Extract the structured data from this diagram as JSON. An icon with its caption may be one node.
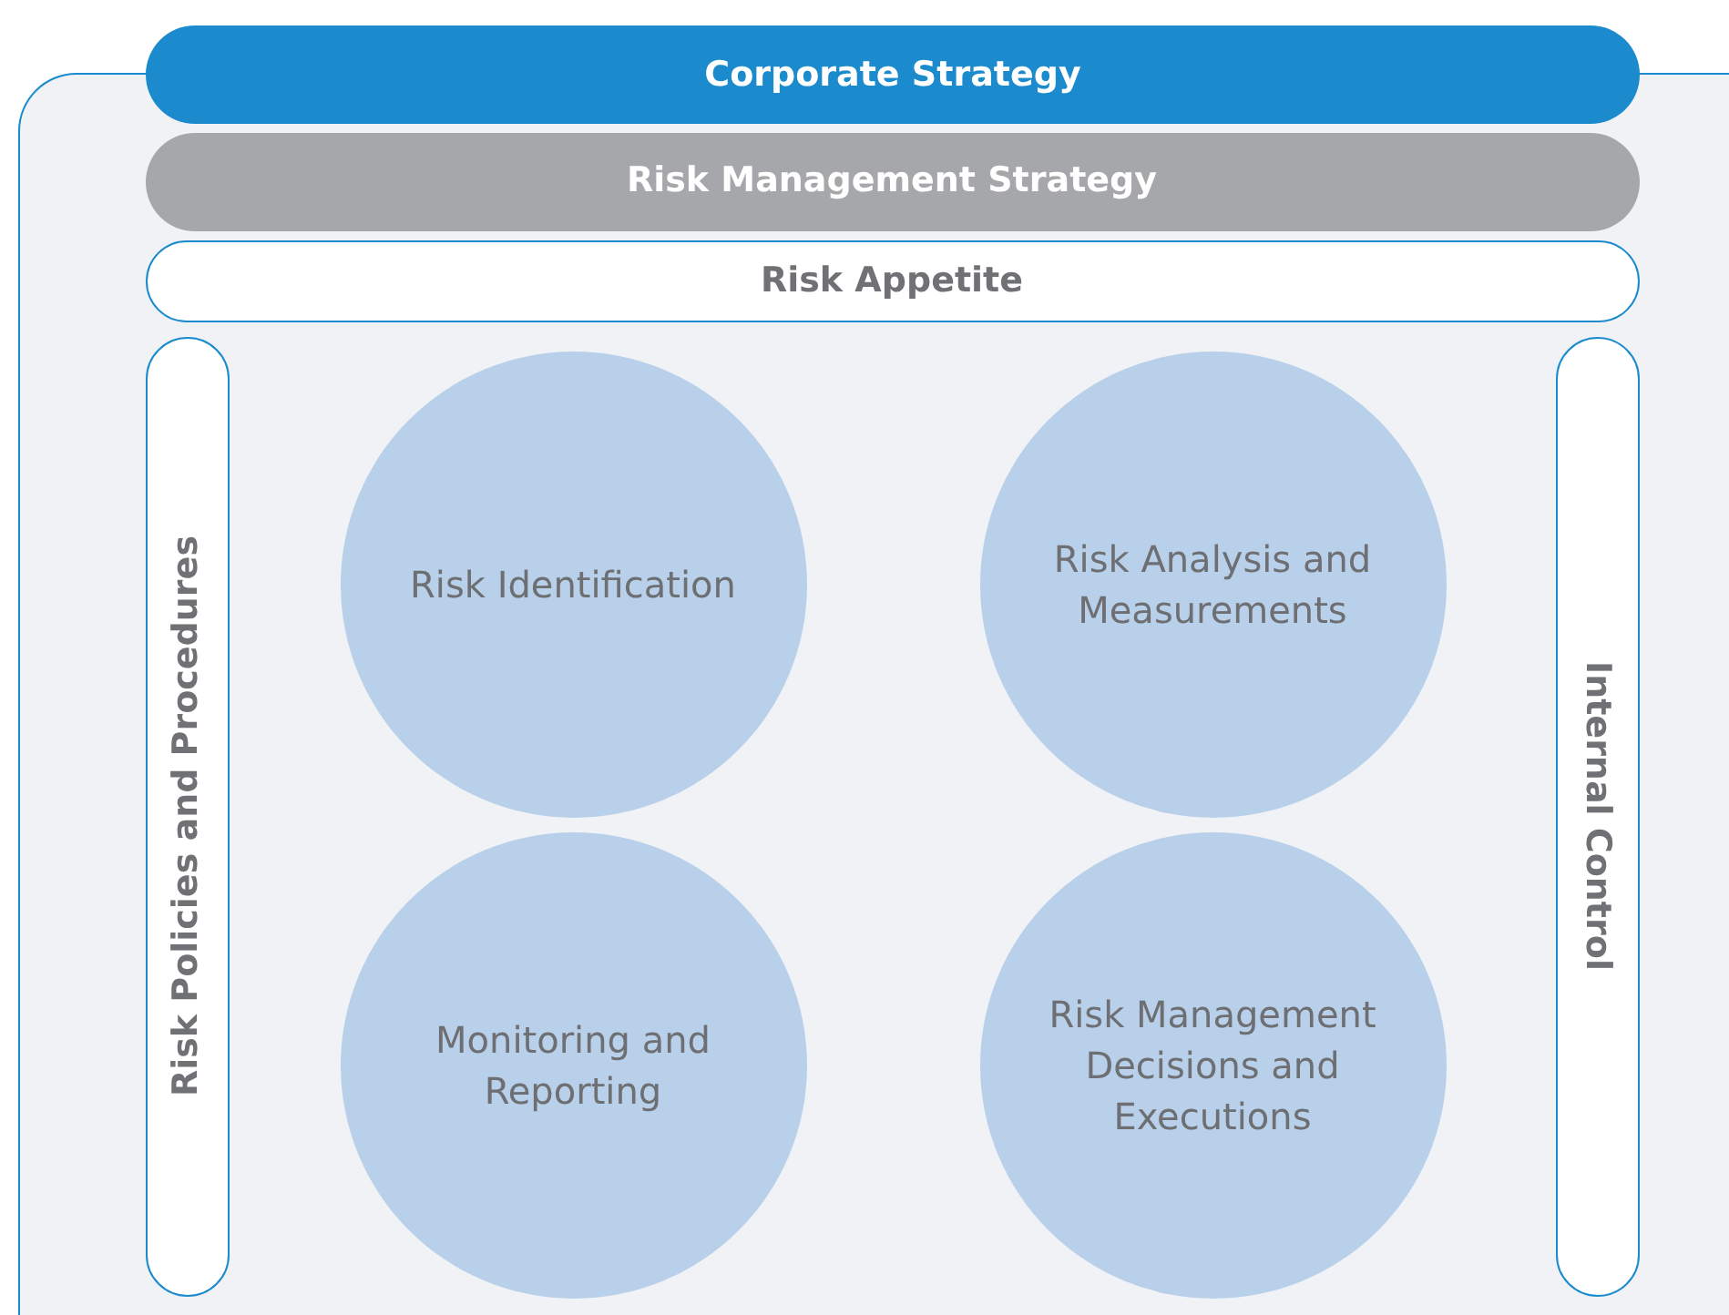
{
  "diagram": {
    "nodes": [
      {
        "text": [],
        "shape": "box"
      },
      {
        "text": [
          "Corporate Strategy"
        ]
      },
      {
        "text": [
          "Risk Management Strategy"
        ],
        "in": 0
      },
      {
        "text": [
          "Risk Appetite"
        ],
        "in": 0
      },
      {
        "text": [
          "Risk Policies and Procedures"
        ],
        "in": 0
      },
      {
        "text": [
          "Risk Identification"
        ],
        "in": 0
      },
      {
        "text": [
          "Risk Analysis and Measurements"
        ],
        "in": 0
      },
      {
        "text": [
          "Monitoring and Reporting"
        ],
        "in": 0
      },
      {
        "text": [
          "Risk Management Decisions and Executions"
        ],
        "in": 0
      },
      {
        "text": [
          "Internal Control"
        ],
        "in": 0
      }
    ],
    "edges": []
  }
}
